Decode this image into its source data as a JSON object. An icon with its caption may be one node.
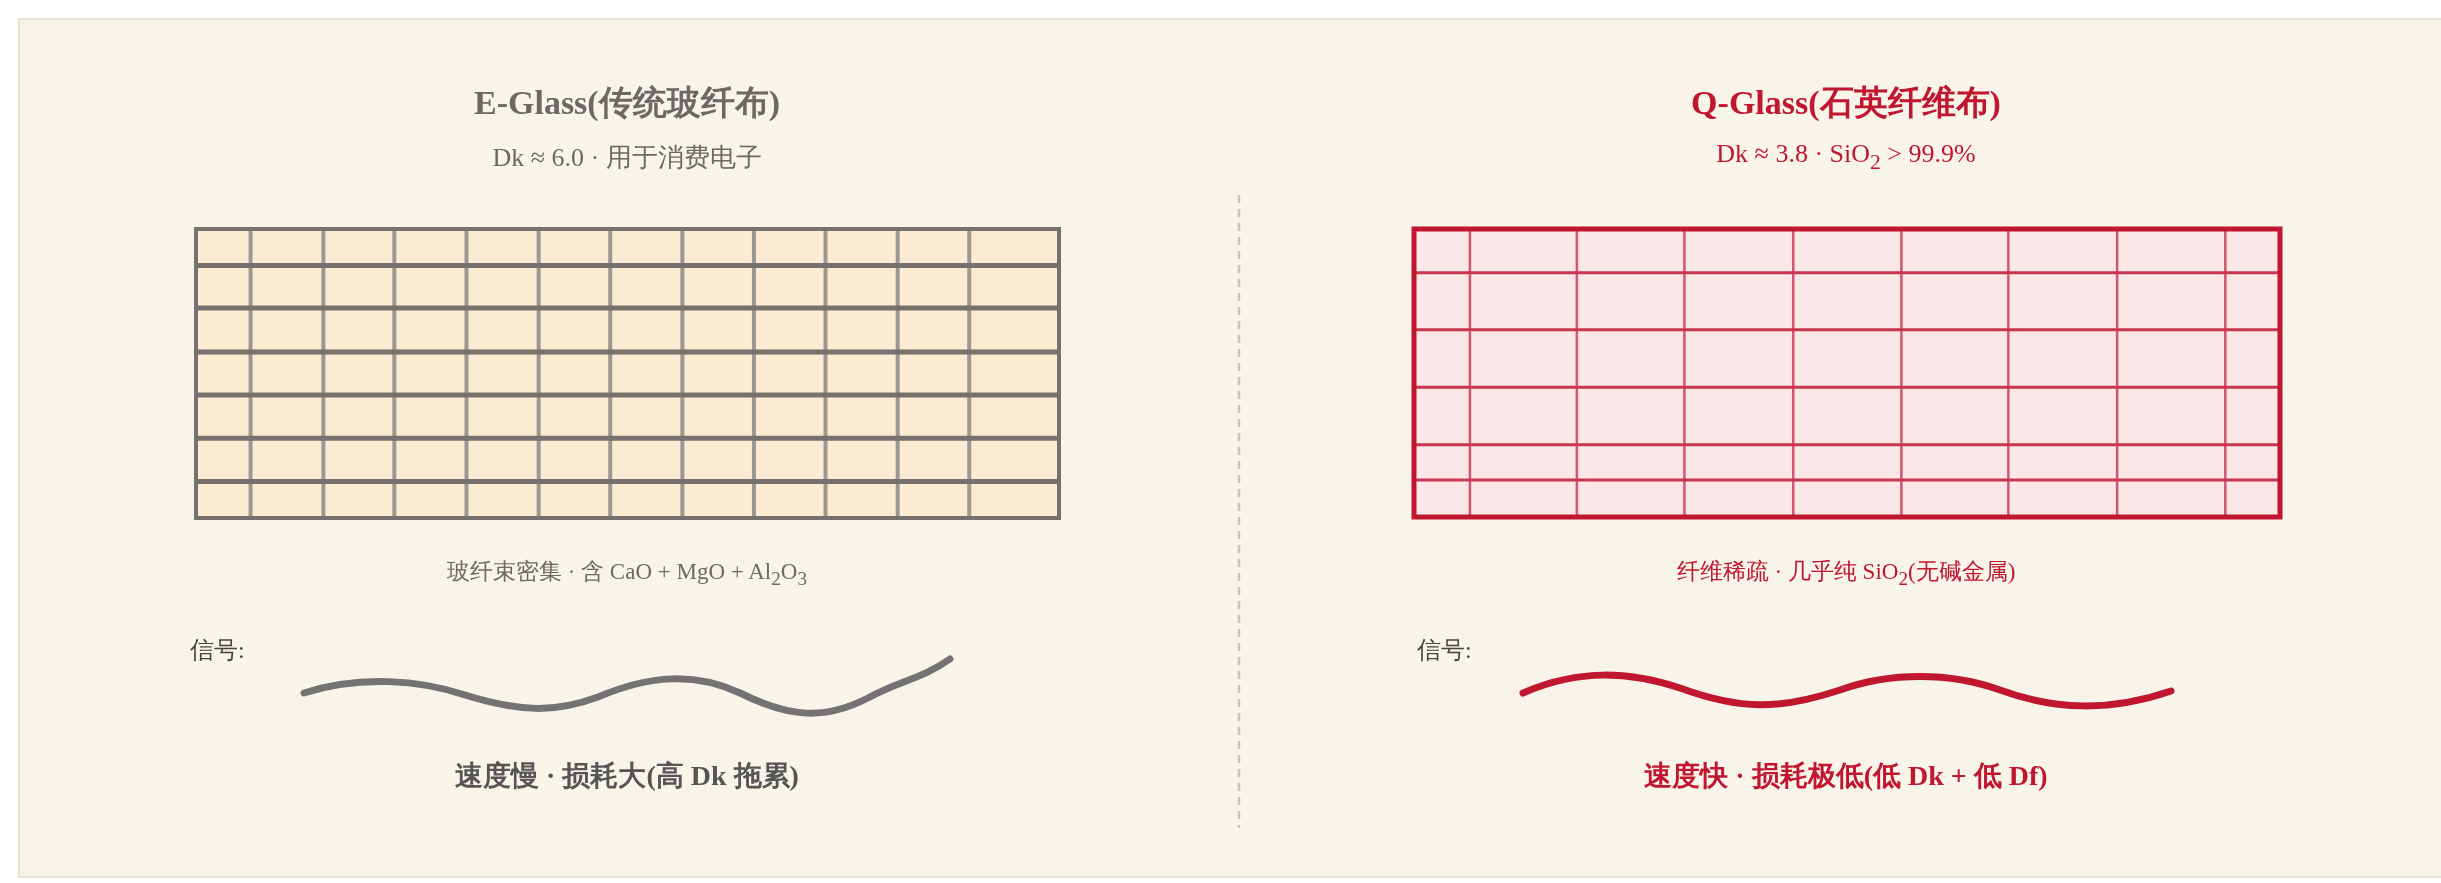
{
  "diagram": {
    "labels": [
      "E-Glass(传统玻纤布)",
      "Q-Glass(石英纤维布)",
      "Dk ≈ 6.0 · 用于消费电子",
      "Dk ≈ 3.8 · SiO$_{2}$ > 99.9%",
      "玻纤束密集 · 含 CaO + MgO + Al$_{2}$O$_{3}$",
      "纤维稀疏 · 几乎纯 SiO$_{2}$(无碱金属)",
      "信号:",
      "信号:",
      "速度慢 · 损耗大(高 Dk 拖累)",
      "速度快 · 损耗极低(低 Dk + 低 Df)"
    ]
  }
}
